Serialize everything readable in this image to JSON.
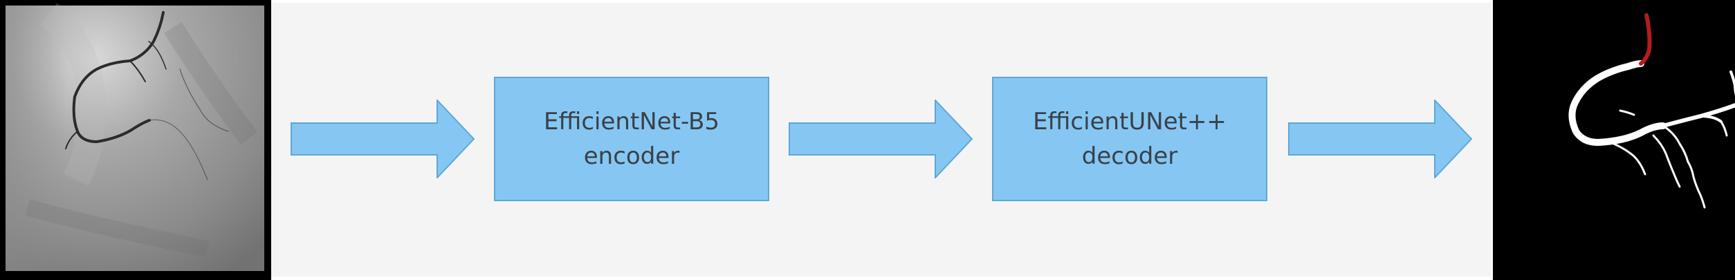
{
  "diagram": {
    "encoder": {
      "line1": "EfficientNet-B5",
      "line2": "encoder"
    },
    "decoder": {
      "line1": "EfficientUNet++",
      "line2": "decoder"
    }
  },
  "colors": {
    "box_fill": "#85c7f2",
    "box_border": "#5ba8d8",
    "arrow_fill": "#85c7f2",
    "panel_background": "#f4f4f4",
    "vessel_mask": "#ffffff",
    "highlight_segment": "#b51c1c"
  }
}
